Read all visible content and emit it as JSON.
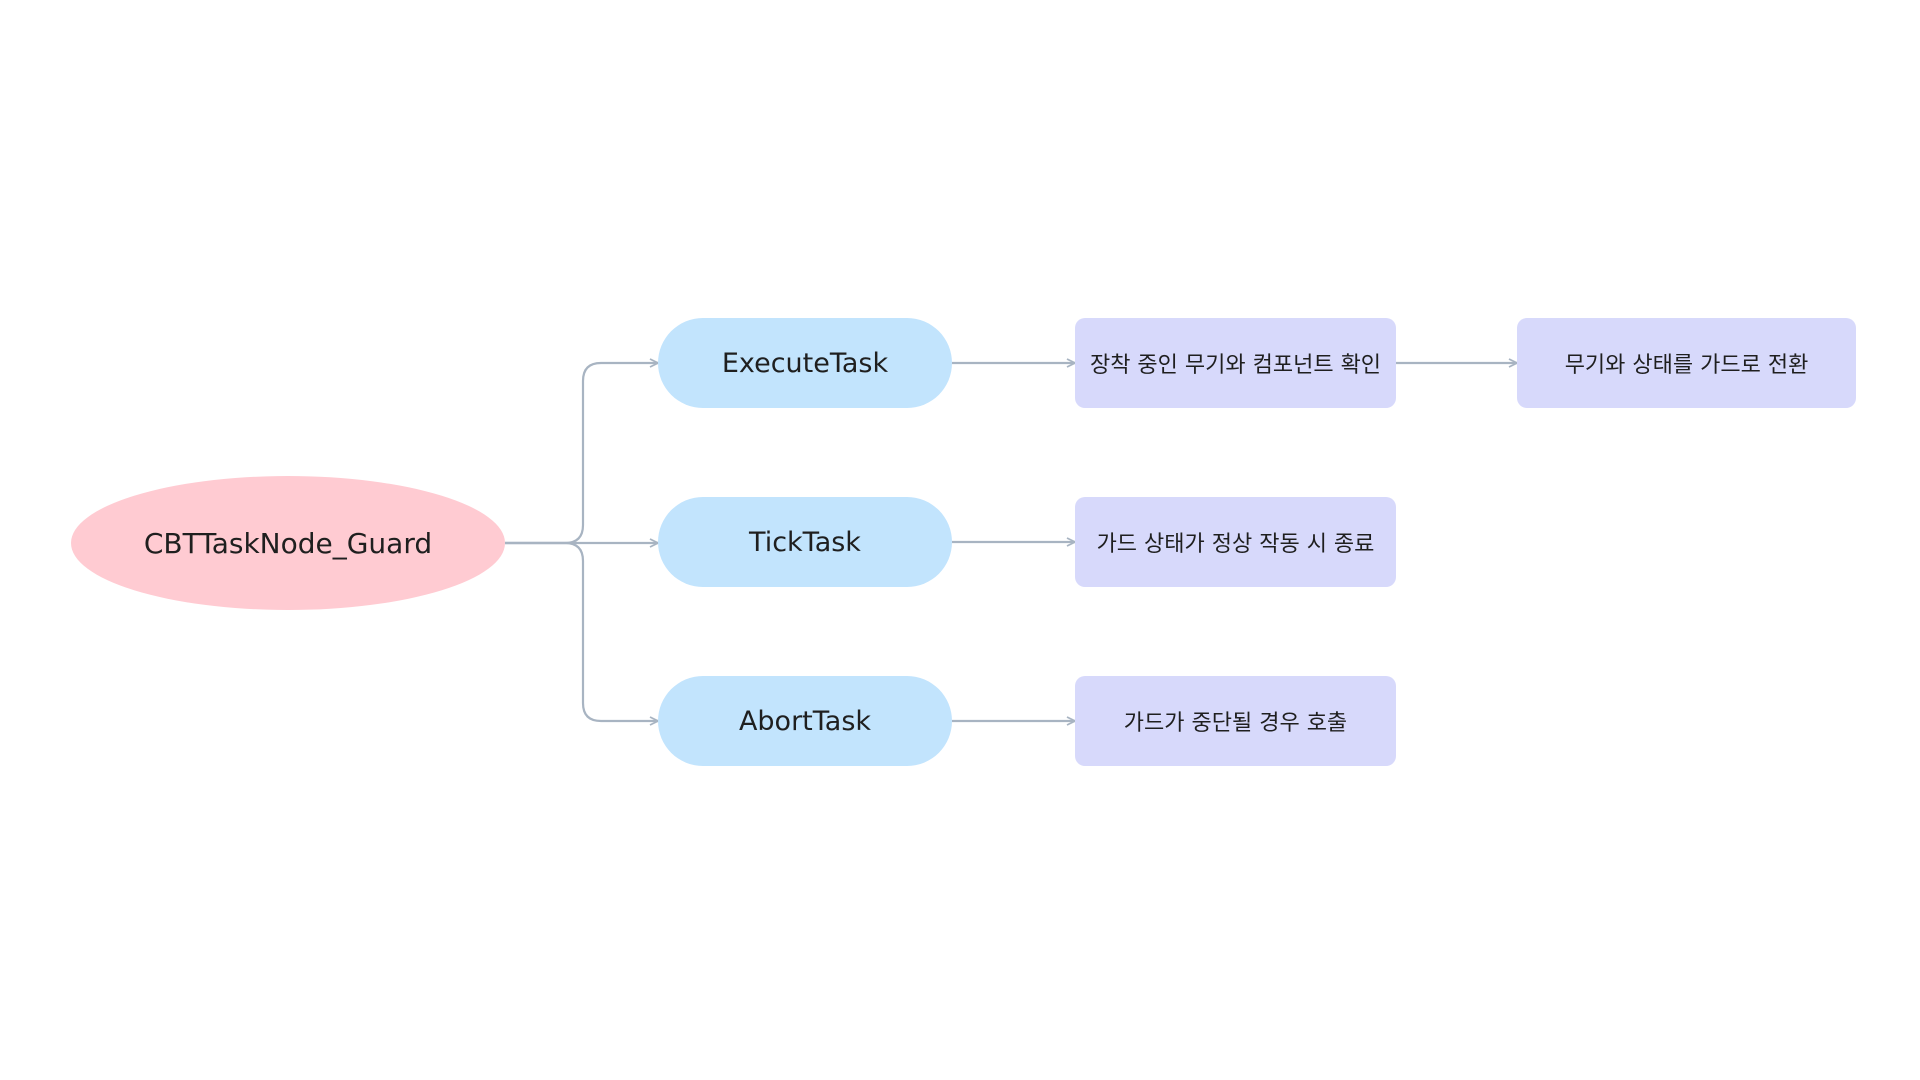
{
  "root": {
    "label": "CBTTaskNode_Guard"
  },
  "tasks": [
    {
      "label": "ExecuteTask"
    },
    {
      "label": "TickTask"
    },
    {
      "label": "AbortTask"
    }
  ],
  "details": {
    "execute_check": "장착 중인 무기와 컴포넌트 확인",
    "execute_switch": "무기와 상태를 가드로 전환",
    "tick": "가드 상태가 정상 작동 시 종료",
    "abort": "가드가 중단될 경우 호출"
  },
  "colors": {
    "root_fill": "#ffcbd2",
    "task_fill": "#c2e4fd",
    "detail_fill": "#d7d9fb",
    "connector": "#a8b4c2"
  }
}
